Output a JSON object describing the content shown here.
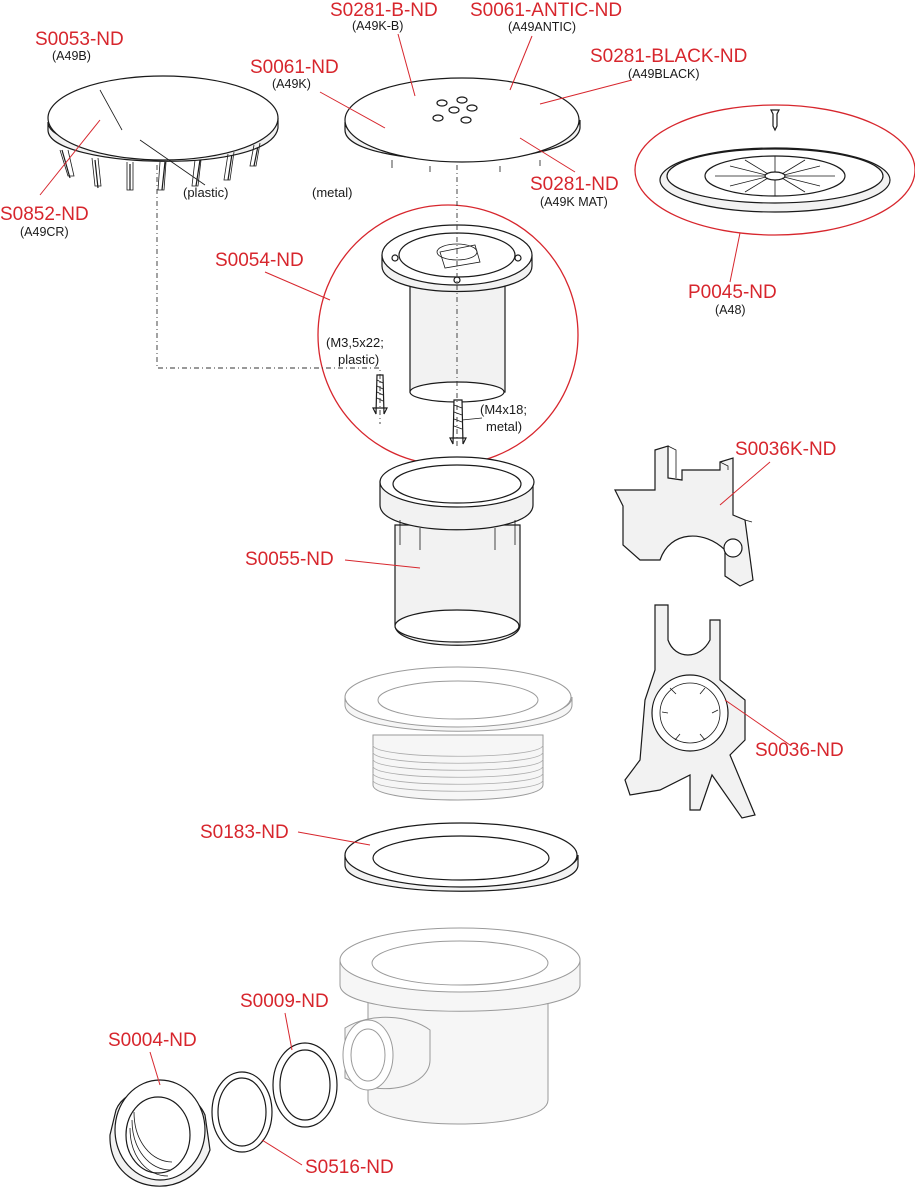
{
  "parts": {
    "s0053": {
      "code": "S0053-ND",
      "sub": "(A49B)"
    },
    "s0852": {
      "code": "S0852-ND",
      "sub": "(A49CR)"
    },
    "s0061": {
      "code": "S0061-ND",
      "sub": "(A49K)"
    },
    "s0281b": {
      "code": "S0281-B-ND",
      "sub": "(A49K-B)"
    },
    "s0061antic": {
      "code": "S0061-ANTIC-ND",
      "sub": "(A49ANTIC)"
    },
    "s0281black": {
      "code": "S0281-BLACK-ND",
      "sub": "(A49BLACK)"
    },
    "s0281": {
      "code": "S0281-ND",
      "sub": "(A49K MAT)"
    },
    "p0045": {
      "code": "P0045-ND",
      "sub": "(A48)"
    },
    "s0054": {
      "code": "S0054-ND"
    },
    "s0036k": {
      "code": "S0036K-ND"
    },
    "s0055": {
      "code": "S0055-ND"
    },
    "s0036": {
      "code": "S0036-ND"
    },
    "s0183": {
      "code": "S0183-ND"
    },
    "s0009": {
      "code": "S0009-ND"
    },
    "s0004": {
      "code": "S0004-ND"
    },
    "s0516": {
      "code": "S0516-ND"
    }
  },
  "notes": {
    "plastic": "(plastic)",
    "metal": "(metal)",
    "screw_plastic_1": "(M3,5x22;",
    "screw_plastic_2": "plastic)",
    "screw_metal_1": "(M4x18;",
    "screw_metal_2": "metal)"
  },
  "colors": {
    "label": "#d7262d",
    "line": "#1a1a1a",
    "ghost": "#9a9a9a"
  }
}
